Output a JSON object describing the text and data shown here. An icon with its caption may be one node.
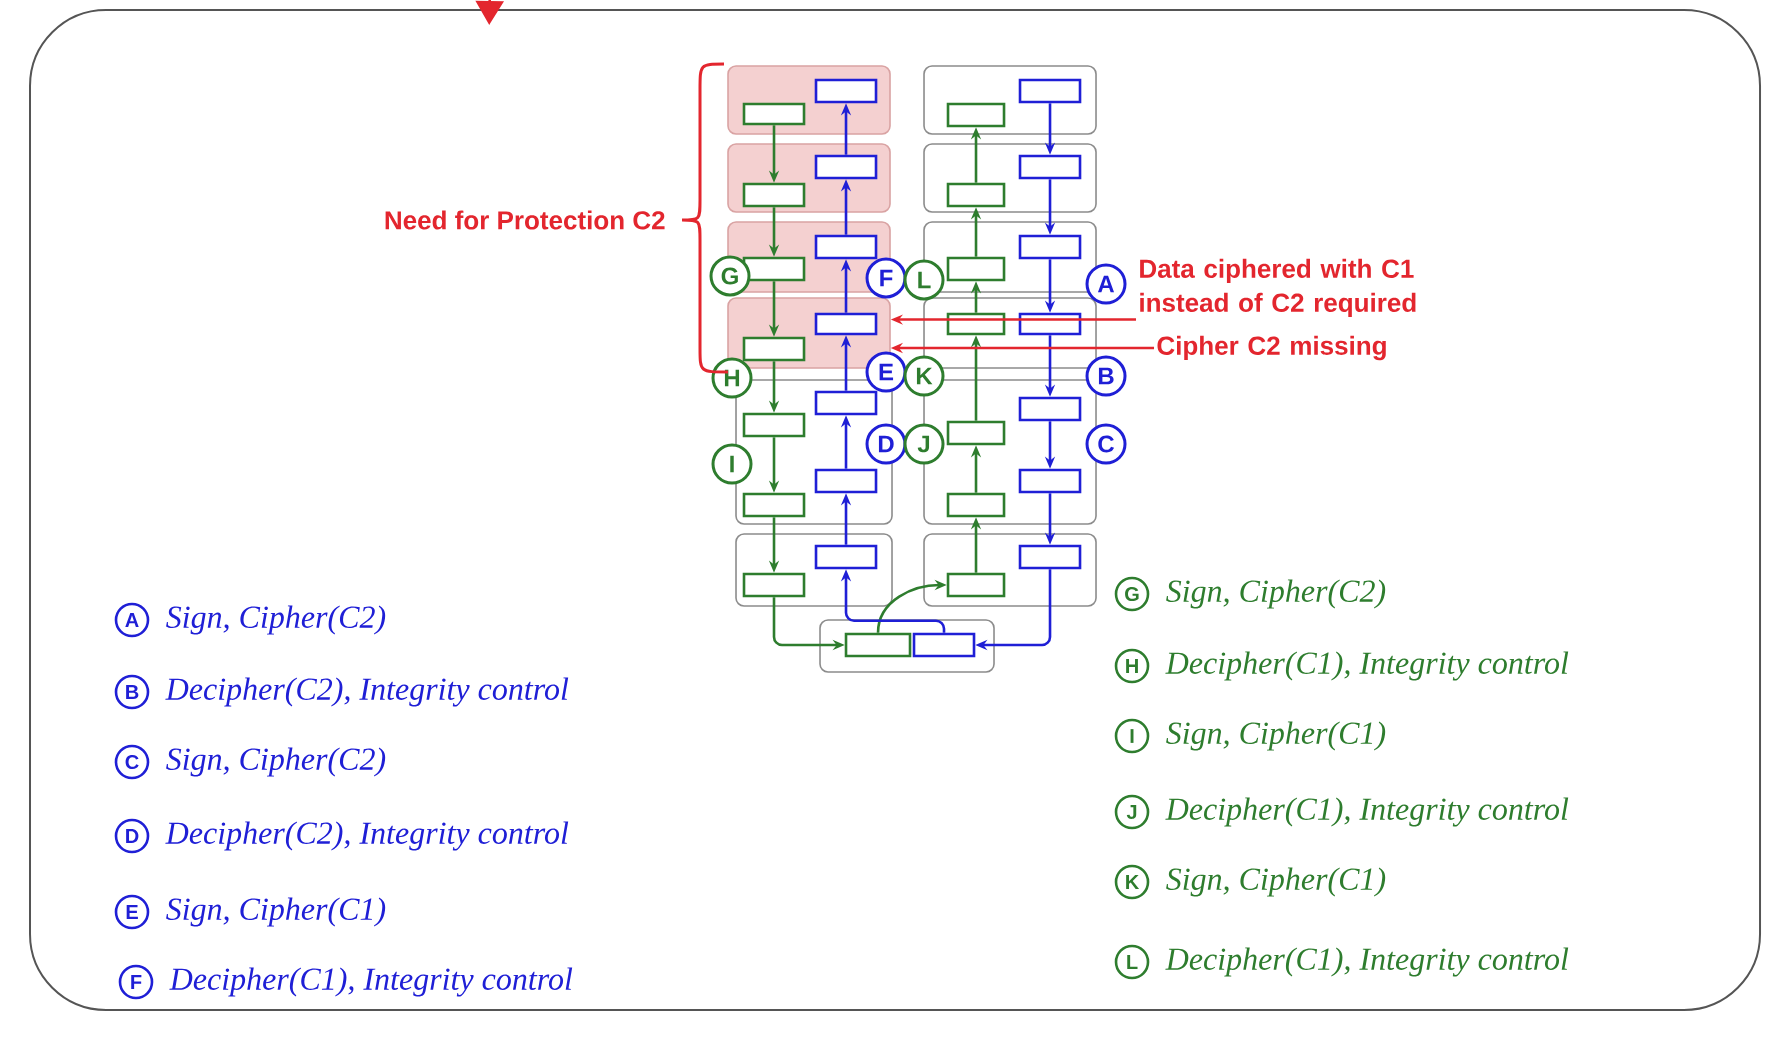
{
  "diagram": {
    "nodes": [
      {
        "text": [],
        "shape": "box"
      },
      {
        "text": [],
        "shape": "box",
        "in": 0
      },
      {
        "text": [],
        "shape": "box",
        "in": 1
      },
      {
        "text": [],
        "shape": "box",
        "in": 1
      },
      {
        "text": [],
        "shape": "box",
        "in": 0
      },
      {
        "text": [],
        "shape": "box",
        "in": 4
      },
      {
        "text": [],
        "shape": "box",
        "in": 4
      },
      {
        "text": [],
        "shape": "box",
        "in": 0
      },
      {
        "text": [],
        "shape": "box",
        "in": 7
      },
      {
        "text": [],
        "shape": "box",
        "in": 7
      },
      {
        "text": [],
        "shape": "box",
        "in": 0
      },
      {
        "text": [],
        "shape": "box",
        "in": 10
      },
      {
        "text": [],
        "shape": "box",
        "in": 10
      },
      {
        "text": [],
        "shape": "box",
        "in": 0
      },
      {
        "text": [],
        "shape": "box",
        "in": 13
      },
      {
        "text": [],
        "shape": "box",
        "in": 13
      },
      {
        "text": [],
        "shape": "box",
        "in": 0
      },
      {
        "text": [],
        "shape": "box",
        "in": 16
      },
      {
        "text": [],
        "shape": "box",
        "in": 16
      },
      {
        "text": [],
        "shape": "box",
        "in": 0
      },
      {
        "text": [],
        "shape": "box",
        "in": 19
      },
      {
        "text": [],
        "shape": "box",
        "in": 19
      },
      {
        "text": [],
        "shape": "box",
        "in": 0
      },
      {
        "text": [],
        "shape": "box",
        "in": 22
      },
      {
        "text": [],
        "shape": "box",
        "in": 22
      },
      {
        "text": [],
        "shape": "box",
        "in": 0
      },
      {
        "text": [],
        "shape": "box",
        "in": 25
      },
      {
        "text": [],
        "shape": "box",
        "in": 25
      },
      {
        "text": [],
        "shape": "box",
        "in": 25
      },
      {
        "text": [],
        "shape": "box",
        "in": 25
      },
      {
        "text": [],
        "shape": "box",
        "in": 0
      },
      {
        "text": [],
        "shape": "box",
        "in": 30
      },
      {
        "text": [],
        "shape": "box",
        "in": 30
      },
      {
        "text": [],
        "shape": "box",
        "in": 30
      },
      {
        "text": [],
        "shape": "box",
        "in": 30
      },
      {
        "text": [],
        "shape": "box",
        "in": 0
      },
      {
        "text": [],
        "shape": "box",
        "in": 35
      },
      {
        "text": [],
        "shape": "box",
        "in": 35
      },
      {
        "text": [],
        "shape": "box",
        "in": 0
      },
      {
        "text": [],
        "shape": "box",
        "in": 38
      },
      {
        "text": [],
        "shape": "box",
        "in": 38
      },
      {
        "text": [],
        "shape": "box",
        "in": 0
      },
      {
        "text": [],
        "shape": "box",
        "in": 41
      },
      {
        "text": [],
        "shape": "box",
        "in": 41
      },
      {
        "text": [
          "G"
        ],
        "in": 0
      },
      {
        "text": [
          "F"
        ],
        "in": 0
      },
      {
        "text": [
          "L"
        ],
        "in": 0
      },
      {
        "text": [
          "A"
        ],
        "in": 0
      },
      {
        "text": [
          "H"
        ],
        "in": 0
      },
      {
        "text": [
          "E"
        ],
        "in": 0
      },
      {
        "text": [
          "K"
        ],
        "in": 0
      },
      {
        "text": [
          "B"
        ],
        "in": 0
      },
      {
        "text": [
          "I"
        ],
        "in": 0
      },
      {
        "text": [
          "D"
        ],
        "in": 0
      },
      {
        "text": [
          "J"
        ],
        "in": 0
      },
      {
        "text": [
          "C"
        ],
        "in": 0
      },
      {
        "text": [
          "Data ciphered with C1 instead of C2 required"
        ],
        "in": 0
      },
      {
        "text": [
          "Cipher C2 missing"
        ],
        "in": 0
      },
      {
        "text": [
          "A"
        ],
        "beside": [
          "Sign, Cipher(C2)"
        ],
        "in": 0
      },
      {
        "text": [
          "B"
        ],
        "beside": [
          "Decipher(C2), Integrity control"
        ],
        "in": 0
      },
      {
        "text": [
          "C"
        ],
        "beside": [
          "Sign, Cipher(C2)"
        ],
        "in": 0
      },
      {
        "text": [
          "D"
        ],
        "beside": [
          "Decipher(C2), Integrity control"
        ],
        "in": 0
      },
      {
        "text": [
          "E"
        ],
        "beside": [
          "Sign, Cipher(C1)"
        ],
        "in": 0
      },
      {
        "text": [
          "F"
        ],
        "beside": [
          "Decipher(C1), Integrity control"
        ],
        "in": 0
      },
      {
        "text": [
          "G"
        ],
        "beside": [
          "Sign, Cipher(C2)"
        ],
        "in": 0
      },
      {
        "text": [
          "H"
        ],
        "beside": [
          "Decipher(C1), Integrity control"
        ],
        "in": 0
      },
      {
        "text": [
          "I"
        ],
        "beside": [
          "Sign, Cipher(C1)"
        ],
        "in": 0
      },
      {
        "text": [
          "J"
        ],
        "beside": [
          "Decipher(C1), Integrity control"
        ],
        "in": 0
      },
      {
        "text": [
          "K"
        ],
        "beside": [
          "Sign, Cipher(C1)"
        ],
        "in": 0
      },
      {
        "text": [
          "L"
        ],
        "beside": [
          "Decipher(C1), Integrity control"
        ],
        "in": 0
      }
    ],
    "edges": [
      {
        "from": 2,
        "to": 8,
        "arrow": "to",
        "color": "#2e7d2e"
      },
      {
        "from": 8,
        "to": 14,
        "arrow": "to",
        "color": "#2e7d2e"
      },
      {
        "from": 14,
        "to": 21,
        "arrow": "to",
        "color": "#2e7d2e"
      },
      {
        "from": 21,
        "to": 27,
        "arrow": "to",
        "color": "#2e7d2e"
      },
      {
        "from": 27,
        "to": 29,
        "arrow": "to",
        "color": "#2e7d2e"
      },
      {
        "from": 29,
        "to": 37,
        "arrow": "to",
        "color": "#2e7d2e"
      },
      {
        "from": 37,
        "to": 42,
        "arrow": "to",
        "color": "#2e7d2e"
      },
      {
        "from": 42,
        "to": 40,
        "arrow": "to",
        "color": "#2e7d2e"
      },
      {
        "from": 40,
        "to": 34,
        "arrow": "to",
        "color": "#2e7d2e"
      },
      {
        "from": 34,
        "to": 32,
        "arrow": "to",
        "color": "#2e7d2e"
      },
      {
        "from": 32,
        "to": 23,
        "arrow": "to",
        "color": "#2e7d2e"
      },
      {
        "from": 23,
        "to": 17,
        "arrow": "to",
        "color": "#2e7d2e"
      },
      {
        "from": 17,
        "to": 11,
        "arrow": "to",
        "color": "#2e7d2e"
      },
      {
        "from": 11,
        "to": 5,
        "arrow": "to",
        "color": "#2e7d2e"
      },
      {
        "from": 6,
        "to": 12,
        "arrow": "to",
        "color": "#1f1fd6"
      },
      {
        "from": 12,
        "to": 18,
        "arrow": "to",
        "color": "#1f1fd6"
      },
      {
        "from": 18,
        "to": 24,
        "arrow": "to",
        "color": "#1f1fd6"
      },
      {
        "from": 24,
        "to": 31,
        "arrow": "to",
        "color": "#1f1fd6"
      },
      {
        "from": 31,
        "to": 33,
        "arrow": "to",
        "color": "#1f1fd6"
      },
      {
        "from": 33,
        "to": 39,
        "arrow": "to",
        "color": "#1f1fd6"
      },
      {
        "from": 39,
        "to": 43,
        "arrow": "to",
        "color": "#1f1fd6"
      },
      {
        "from": 43,
        "to": 36,
        "arrow": "to",
        "color": "#1f1fd6"
      },
      {
        "from": 36,
        "to": 28,
        "arrow": "to",
        "color": "#1f1fd6"
      },
      {
        "from": 28,
        "to": 26,
        "arrow": "to",
        "color": "#1f1fd6"
      },
      {
        "from": 26,
        "to": 20,
        "arrow": "to",
        "color": "#1f1fd6"
      },
      {
        "from": 20,
        "to": 15,
        "arrow": "to",
        "color": "#1f1fd6"
      },
      {
        "from": 15,
        "to": 9,
        "arrow": "to",
        "color": "#1f1fd6"
      },
      {
        "from": 9,
        "to": 3,
        "arrow": "to",
        "color": "#1f1fd6"
      },
      {
        "from": 56,
        "to": 19,
        "arrow": "to",
        "color": "#e3262e"
      },
      {
        "from": 57,
        "to": 19,
        "arrow": "to",
        "color": "#e3262e"
      },
      {
        "from": null,
        "to": 0,
        "arrow": "to",
        "color": "#e3262e"
      }
    ],
    "labels": [
      "Need for Protection C2"
    ]
  }
}
